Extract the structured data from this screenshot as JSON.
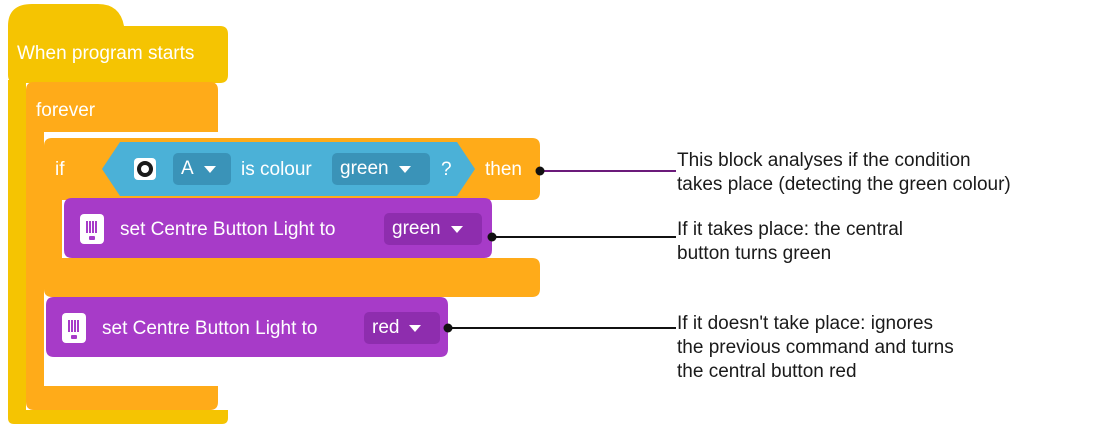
{
  "blocks": {
    "hat_label": "When program starts",
    "forever_label": "forever",
    "if_label": "if",
    "then_label": "then",
    "condition": {
      "port": "A",
      "text": "is colour",
      "colour": "green",
      "question": "?"
    },
    "set_green": {
      "text": "set Centre Button Light to",
      "value": "green"
    },
    "set_red": {
      "text": "set Centre Button Light to",
      "value": "red"
    }
  },
  "annotations": {
    "condition_note": [
      "This block analyses if the condition",
      "takes place (detecting the green colour)"
    ],
    "true_note": [
      "If it takes place: the central",
      "button turns green"
    ],
    "false_note": [
      "If it doesn't take place: ignores",
      "the previous command and turns",
      "the central button red"
    ]
  },
  "colors": {
    "events": "#F5C402",
    "control": "#FFAB19",
    "sensor": "#4BB1D7",
    "light": "#A73BC8",
    "condition_pointer": "#6B1A7A",
    "pointer": "#111111"
  }
}
